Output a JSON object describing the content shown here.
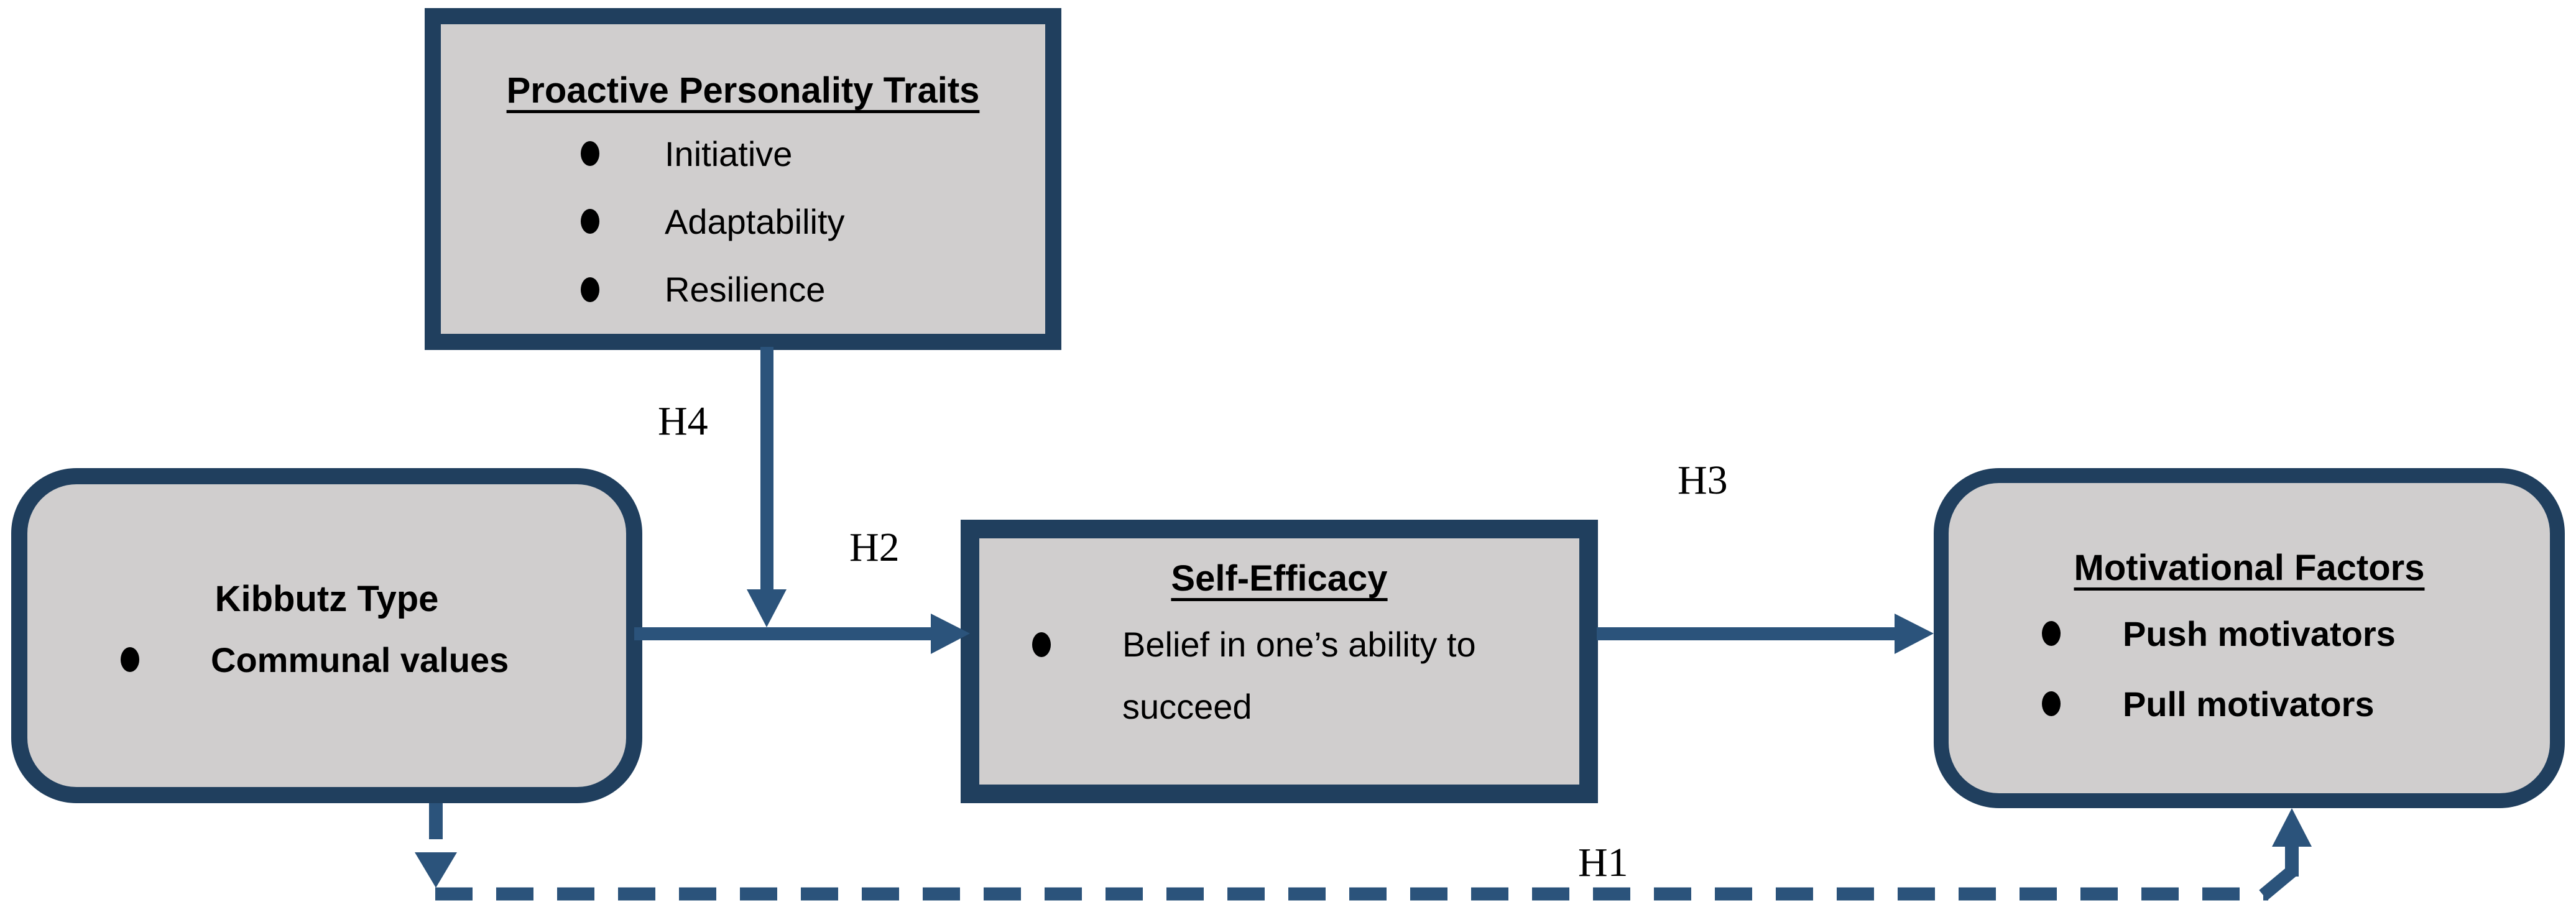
{
  "colors": {
    "box_fill": "#d0cece",
    "box_border": "#203f5e",
    "arrow": "#2b537b",
    "text": "#000000"
  },
  "boxes": {
    "proactive": {
      "title": "Proactive Personality Traits",
      "bullets": [
        "Initiative",
        "Adaptability",
        "Resilience"
      ]
    },
    "kibbutz": {
      "title": "Kibbutz Type",
      "bullets": [
        "Communal values"
      ]
    },
    "self_efficacy": {
      "title": "Self-Efficacy",
      "bullets": [
        "Belief in one’s ability to succeed"
      ]
    },
    "motivational": {
      "title": "Motivational Factors",
      "bullets": [
        "Push motivators",
        "Pull motivators"
      ]
    }
  },
  "arrows": [
    {
      "label": "H1",
      "from": "Kibbutz Type",
      "to": "Motivational Factors",
      "style": "dashed"
    },
    {
      "label": "H2",
      "from": "Kibbutz Type",
      "to": "Self-Efficacy",
      "style": "solid"
    },
    {
      "label": "H3",
      "from": "Self-Efficacy",
      "to": "Motivational Factors",
      "style": "solid"
    },
    {
      "label": "H4",
      "from": "Proactive Personality Traits",
      "to": "Kibbutz Type to Self-Efficacy arrow",
      "style": "solid"
    }
  ]
}
